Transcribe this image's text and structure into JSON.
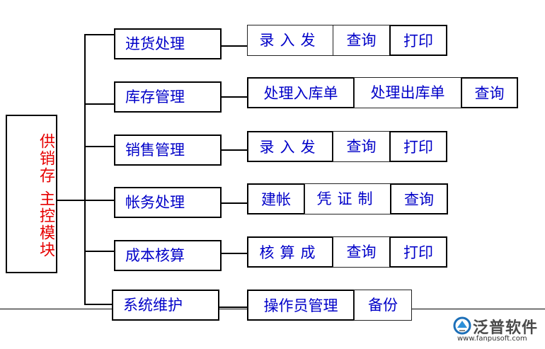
{
  "root": {
    "label": "供销存 主控模块"
  },
  "modules": [
    {
      "name": "进货处理",
      "actions": [
        "录入发",
        "查询",
        "打印"
      ]
    },
    {
      "name": "库存管理",
      "actions": [
        "处理入库单",
        "处理出库单",
        "查询"
      ]
    },
    {
      "name": "销售管理",
      "actions": [
        "录入发",
        "查询",
        "打印"
      ]
    },
    {
      "name": "帐务处理",
      "actions": [
        "建帐",
        "凭证制",
        "查询"
      ]
    },
    {
      "name": "成本核算",
      "actions": [
        "核算成",
        "查询",
        "打印"
      ]
    },
    {
      "name": "系统维护",
      "actions": [
        "操作员管理",
        "备份"
      ]
    }
  ],
  "logo": {
    "name": "泛普软件",
    "url": "www.fanpusoft.com"
  },
  "colors": {
    "module_text": "#0000c8",
    "root_text": "#e60000"
  }
}
